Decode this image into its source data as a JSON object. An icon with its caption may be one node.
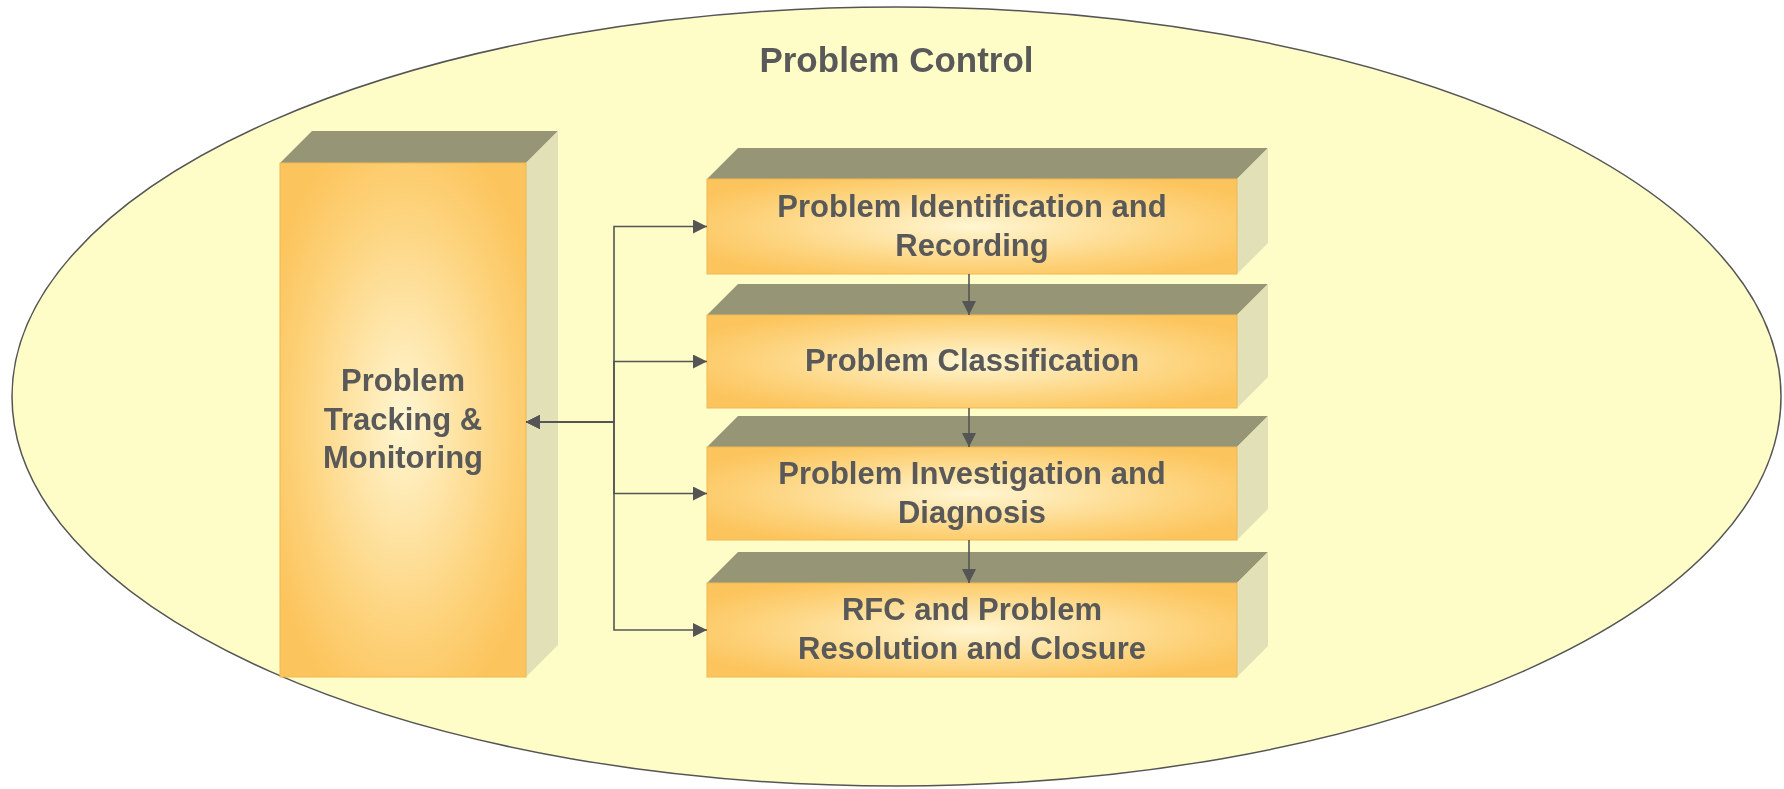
{
  "diagram": {
    "nodes": [
      {
        "text": [
          "Problem Control"
        ]
      },
      {
        "text": [
          "Problem Tracking & Monitoring"
        ],
        "in": 0
      },
      {
        "text": [
          "Problem Identification and Recording"
        ],
        "in": 0
      },
      {
        "text": [
          "Problem Classification"
        ],
        "in": 0
      },
      {
        "text": [
          "Problem Investigation and Diagnosis"
        ],
        "in": 0
      },
      {
        "text": [
          "RFC and Problem Resolution and Closure"
        ],
        "in": 0
      }
    ],
    "edges": [
      {
        "from": 1,
        "to": 2,
        "arrow": "both"
      },
      {
        "from": 1,
        "to": 3,
        "arrow": "both"
      },
      {
        "from": 1,
        "to": 4,
        "arrow": "both"
      },
      {
        "from": 1,
        "to": 5,
        "arrow": "both"
      },
      {
        "from": 2,
        "to": 3,
        "arrow": "to"
      },
      {
        "from": 3,
        "to": 4,
        "arrow": "to"
      },
      {
        "from": 4,
        "to": 5,
        "arrow": "to"
      }
    ]
  }
}
